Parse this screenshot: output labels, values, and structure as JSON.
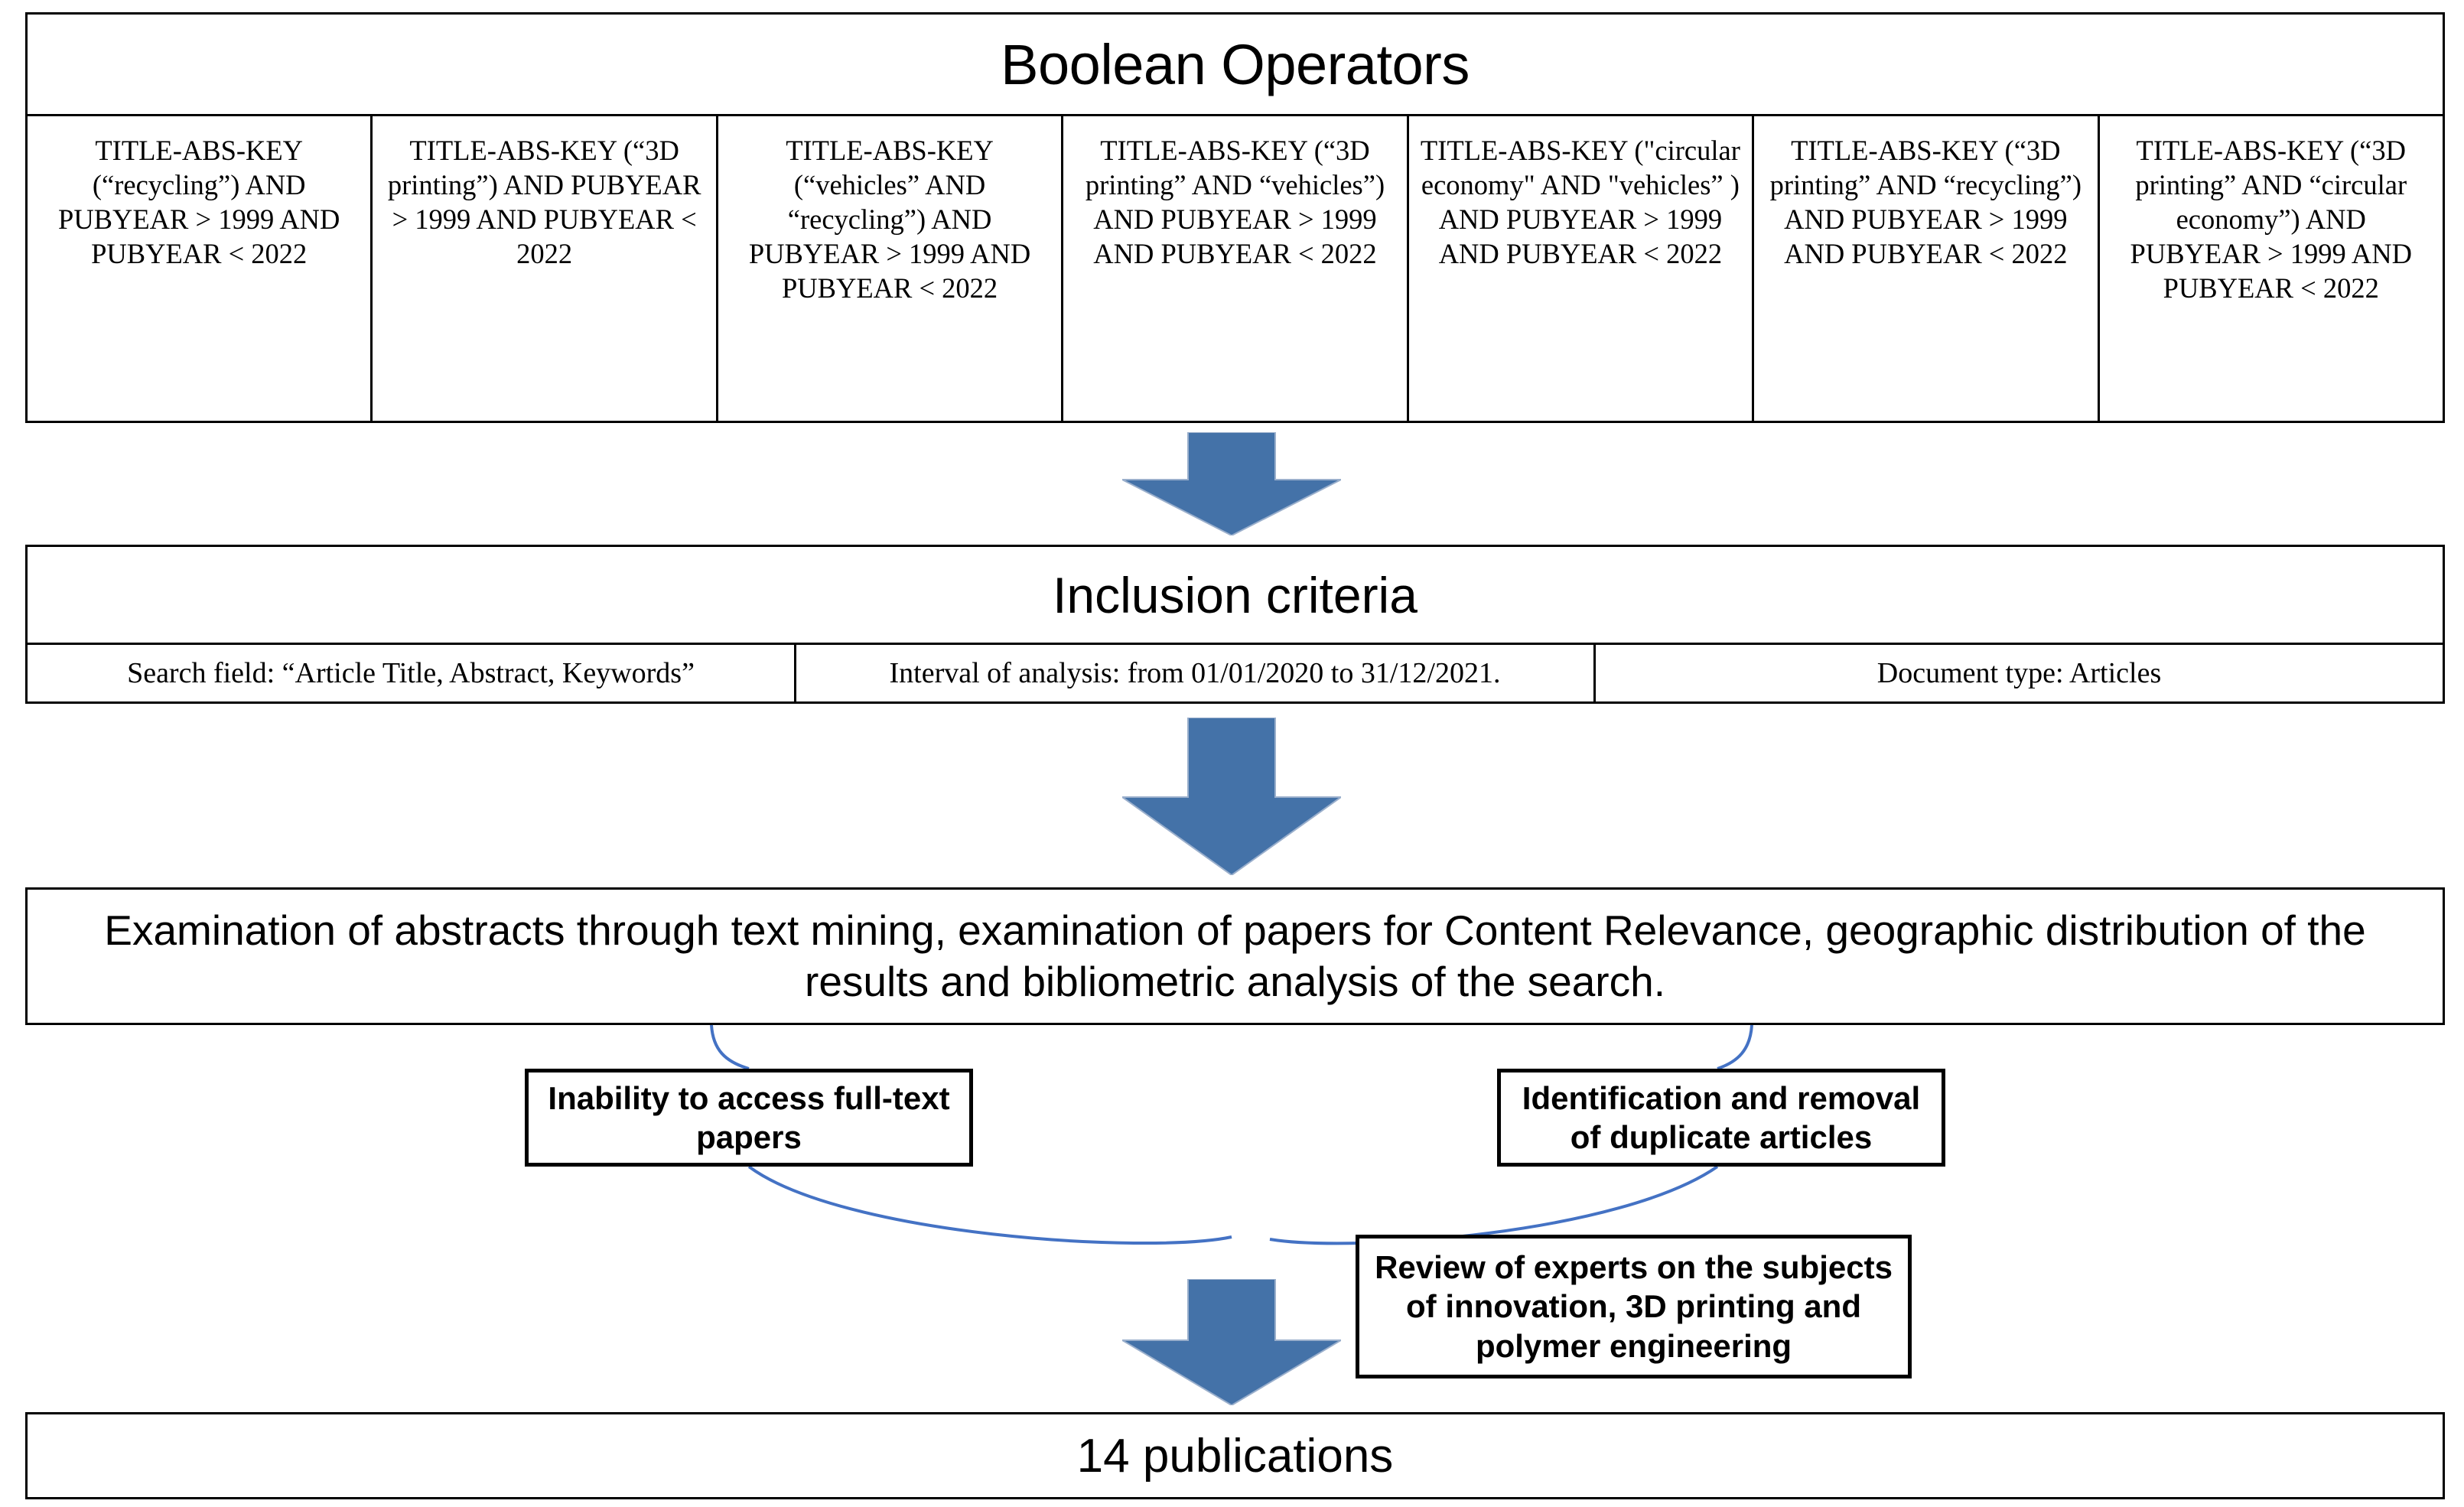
{
  "boolean_section": {
    "title": "Boolean Operators",
    "queries": [
      "TITLE-ABS-KEY (“recycling”) AND PUBYEAR > 1999 AND PUBYEAR < 2022",
      "TITLE-ABS-KEY (“3D printing”) AND PUBYEAR > 1999 AND PUBYEAR < 2022",
      "TITLE-ABS-KEY (“vehicles” AND “recycling”) AND PUBYEAR > 1999 AND PUBYEAR < 2022",
      "TITLE-ABS-KEY (“3D printing” AND “vehicles”) AND PUBYEAR > 1999 AND PUBYEAR < 2022",
      "TITLE-ABS-KEY (\"circular economy\" AND  \"vehicles” ) AND PUBYEAR > 1999 AND PUBYEAR < 2022",
      "TITLE-ABS-KEY (“3D printing” AND “recycling”) AND PUBYEAR > 1999 AND PUBYEAR < 2022",
      "TITLE-ABS-KEY (“3D printing” AND “circular economy”) AND PUBYEAR > 1999 AND PUBYEAR < 2022"
    ]
  },
  "inclusion_section": {
    "title": "Inclusion criteria",
    "criteria": [
      "Search field: “Article Title, Abstract, Keywords”",
      "Interval of analysis: from 01/01/2020 to 31/12/2021.",
      "Document type: Articles"
    ]
  },
  "examination_section": {
    "text": "Examination of abstracts through text mining, examination of papers for Content Relevance, geographic distribution of the results and bibliometric analysis of the search."
  },
  "exclusion_notes": [
    "Inability to access full-text papers",
    "Identification and removal of duplicate articles",
    "Review of experts on the subjects of innovation, 3D printing and polymer engineering"
  ],
  "result_section": {
    "text": "14 publications"
  },
  "icons": {
    "arrow_down": "down-arrow-icon"
  },
  "colors": {
    "arrow_fill": "#4472A8",
    "arrow_stroke": "#2F5597",
    "border": "#000000",
    "connector": "#4472C4",
    "background": "#FFFFFF"
  }
}
